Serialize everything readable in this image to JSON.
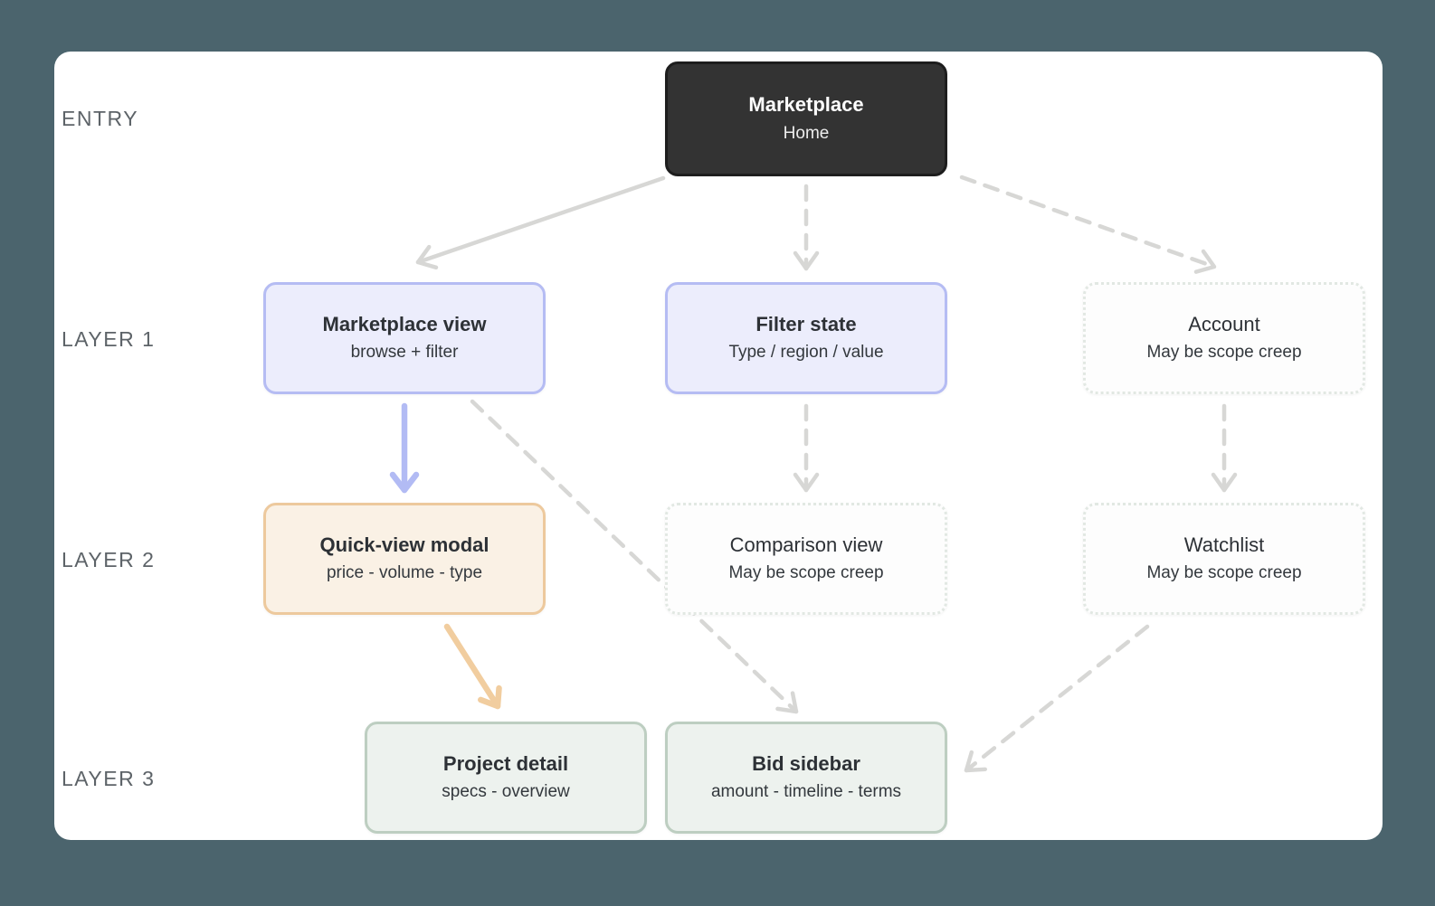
{
  "canvas": {
    "background": "#4b646d",
    "card_background": "#ffffff"
  },
  "row_labels": [
    {
      "label": "ENTRY"
    },
    {
      "label": "LAYER 1"
    },
    {
      "label": "LAYER 2"
    },
    {
      "label": "LAYER 3"
    }
  ],
  "nodes": {
    "marketplace_home": {
      "title": "Marketplace",
      "subtitle": "Home",
      "variant": "dark"
    },
    "marketplace_view": {
      "title": "Marketplace view",
      "subtitle": "browse + filter",
      "variant": "lavender"
    },
    "filter_state": {
      "title": "Filter state",
      "subtitle": "Type / region / value",
      "variant": "lavender"
    },
    "account": {
      "title": "Account",
      "subtitle": "May be scope creep",
      "variant": "ghost"
    },
    "quick_view_modal": {
      "title": "Quick-view modal",
      "subtitle": "price - volume - type",
      "variant": "peach"
    },
    "comparison_view": {
      "title": "Comparison view",
      "subtitle": "May be scope creep",
      "variant": "ghost"
    },
    "watchlist": {
      "title": "Watchlist",
      "subtitle": "May be scope creep",
      "variant": "ghost"
    },
    "project_detail": {
      "title": "Project detail",
      "subtitle": "specs - overview",
      "variant": "sage"
    },
    "bid_sidebar": {
      "title": "Bid sidebar",
      "subtitle": "amount - timeline - terms",
      "variant": "sage"
    }
  },
  "edges": [
    {
      "from": "marketplace_home",
      "to": "marketplace_view",
      "line": "solid",
      "color": "#d7d7d5"
    },
    {
      "from": "marketplace_home",
      "to": "filter_state",
      "line": "dashed",
      "color": "#d7d7d5"
    },
    {
      "from": "marketplace_home",
      "to": "account",
      "line": "dashed",
      "color": "#d7d7d5"
    },
    {
      "from": "marketplace_view",
      "to": "quick_view_modal",
      "line": "solid",
      "color": "#b2bbf4"
    },
    {
      "from": "marketplace_view",
      "to": "bid_sidebar",
      "line": "dashed",
      "color": "#d7d7d5"
    },
    {
      "from": "filter_state",
      "to": "comparison_view",
      "line": "dashed",
      "color": "#d7d7d5"
    },
    {
      "from": "account",
      "to": "watchlist",
      "line": "dashed",
      "color": "#d7d7d5"
    },
    {
      "from": "quick_view_modal",
      "to": "project_detail",
      "line": "solid",
      "color": "#f1cd9f"
    },
    {
      "from": "watchlist",
      "to": "bid_sidebar",
      "line": "dashed",
      "color": "#d7d7d5"
    }
  ],
  "palette": {
    "dark_node_bg": "#333333",
    "dark_node_border": "#1d1d1d",
    "lavender_bg": "#ecedfc",
    "lavender_border": "#b5bcf3",
    "peach_bg": "#faf1e5",
    "peach_border": "#edc99d",
    "sage_bg": "#edf2ee",
    "sage_border": "#bdcec1",
    "ghost_bg": "#fdfdfd",
    "ghost_border": "#e2e8e3",
    "arrow_gray": "#d7d7d5",
    "arrow_purple": "#b2bbf4",
    "arrow_orange": "#f1cd9f",
    "label_gray": "#5d6368"
  }
}
